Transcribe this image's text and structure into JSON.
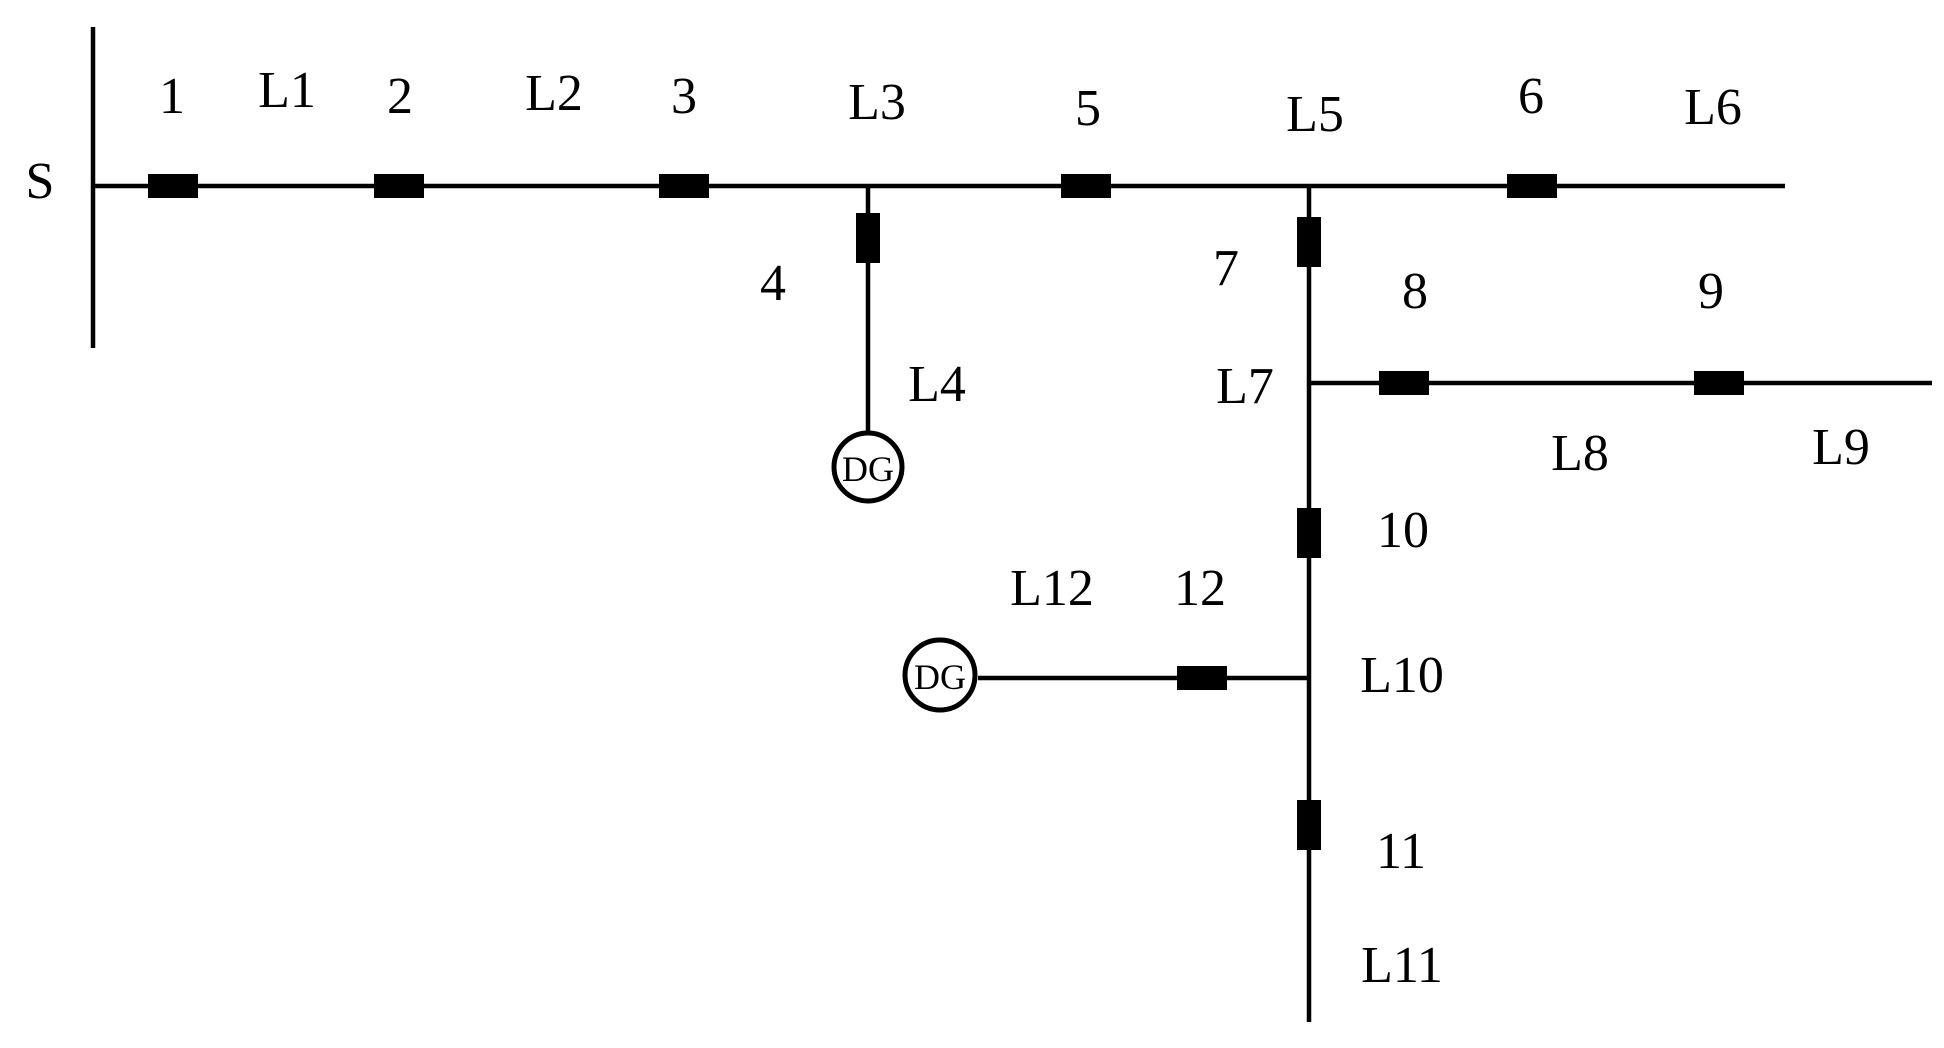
{
  "diagram": {
    "source_label": "S",
    "switches": {
      "s1": "1",
      "s2": "2",
      "s3": "3",
      "s4": "4",
      "s5": "5",
      "s6": "6",
      "s7": "7",
      "s8": "8",
      "s9": "9",
      "s10": "10",
      "s11": "11",
      "s12": "12"
    },
    "lines": {
      "l1": "L1",
      "l2": "L2",
      "l3": "L3",
      "l4": "L4",
      "l5": "L5",
      "l6": "L6",
      "l7": "L7",
      "l8": "L8",
      "l9": "L9",
      "l10": "L10",
      "l11": "L11",
      "l12": "L12"
    },
    "generators": {
      "dg1": "DG",
      "dg2": "DG"
    }
  }
}
